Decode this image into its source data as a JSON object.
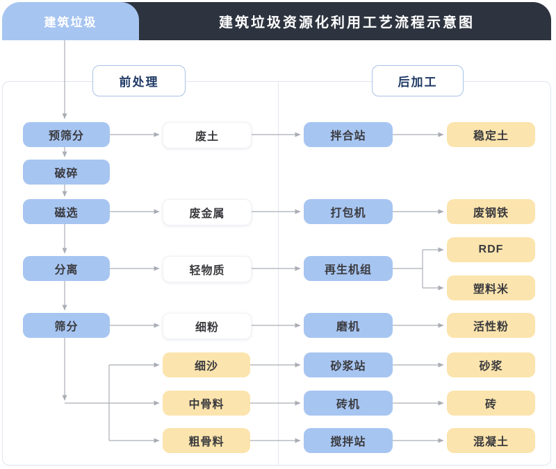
{
  "header": {
    "tab": "建筑垃圾",
    "title": "建筑垃圾资源化利用工艺流程示意图"
  },
  "sections": {
    "pre": "前处理",
    "post": "后加工"
  },
  "columns": {
    "process": [
      "预筛分",
      "破碎",
      "磁选",
      "分离",
      "筛分"
    ],
    "intermediate": [
      "废土",
      "废金属",
      "轻物质",
      "细粉",
      "细沙",
      "中骨料",
      "粗骨料"
    ],
    "equipment": [
      "拌合站",
      "打包机",
      "再生机组",
      "磨机",
      "砂浆站",
      "砖机",
      "搅拌站"
    ],
    "products": [
      "稳定土",
      "废钢铁",
      "RDF",
      "塑料米",
      "活性粉",
      "砂浆",
      "砖",
      "混凝土"
    ]
  },
  "edges": [
    "建筑垃圾→预筛分",
    "预筛分→破碎",
    "破碎→磁选",
    "磁选→分离",
    "分离→筛分",
    "预筛分→废土",
    "磁选→废金属",
    "分离→轻物质",
    "筛分→细粉",
    "筛分→细沙",
    "筛分→中骨料",
    "筛分→粗骨料",
    "废土→拌合站",
    "废金属→打包机",
    "轻物质→再生机组",
    "细粉→磨机",
    "细沙→砂浆站",
    "中骨料→砖机",
    "粗骨料→搅拌站",
    "拌合站→稳定土",
    "打包机→废钢铁",
    "再生机组→RDF",
    "再生机组→塑料米",
    "磨机→活性粉",
    "砂浆站→砂浆",
    "砖机→砖",
    "搅拌站→混凝土"
  ],
  "colors": {
    "process_box": "#a7c5f1",
    "product_box": "#fbe4ad",
    "intermediate_box": "#ffffff",
    "header_bg": "#2d343f",
    "section_text": "#1f3a66",
    "arrow": "#a9adb5",
    "panel_border": "#dfe3ed"
  }
}
